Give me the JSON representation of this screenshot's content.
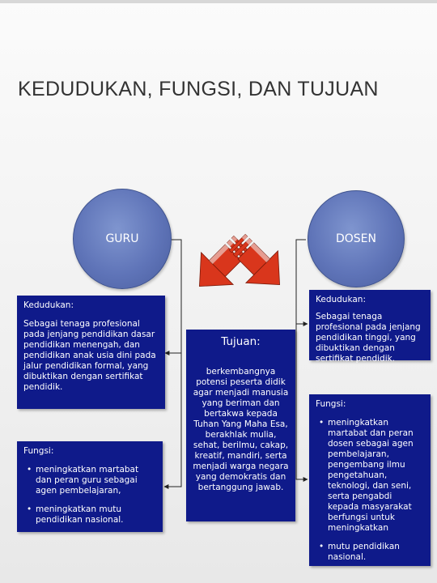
{
  "title": "KEDUDUKAN, FUNGSI, DAN TUJUAN",
  "guru": {
    "label": "GURU",
    "kedudukan_heading": "Kedudukan:",
    "kedudukan_text": "Sebagai tenaga profesional pada jenjang pendidikan dasar pendidikan menengah, dan pendidikan anak usia dini pada jalur pendidikan formal, yang dibuktikan dengan sertifikat pendidik.",
    "fungsi_heading": "Fungsi:",
    "fungsi_items": [
      "meningkatkan martabat dan peran guru sebagai agen pembelajaran,",
      "meningkatkan mutu pendidikan nasional."
    ]
  },
  "dosen": {
    "label": "DOSEN",
    "kedudukan_heading": "Kedudukan:",
    "kedudukan_text": "Sebagai tenaga profesional pada jenjang pendidikan tinggi, yang dibuktikan dengan sertifikat pendidik.",
    "fungsi_heading": "Fungsi:",
    "fungsi_items": [
      "meningkatkan martabat dan peran dosen sebagai agen pembelajaran, pengembang ilmu pengetahuan, teknologi, dan seni, serta pengabdi kepada masyarakat berfungsi untuk meningkatkan",
      "mutu pendidikan nasional."
    ]
  },
  "tujuan": {
    "heading": "Tujuan:",
    "text": "berkembangnya potensi peserta didik agar menjadi manusia yang beriman dan bertakwa kepada Tuhan Yang Maha Esa, berakhlak mulia, sehat, berilmu, cakap, kreatif, mandiri, serta menjadi warga negara yang demokratis dan bertanggung jawab."
  },
  "colors": {
    "box_fill": "#0f1a8a",
    "ellipse_fill": "#6a7fc2",
    "arrow_fill": "#d9361c",
    "connector": "#222222"
  }
}
